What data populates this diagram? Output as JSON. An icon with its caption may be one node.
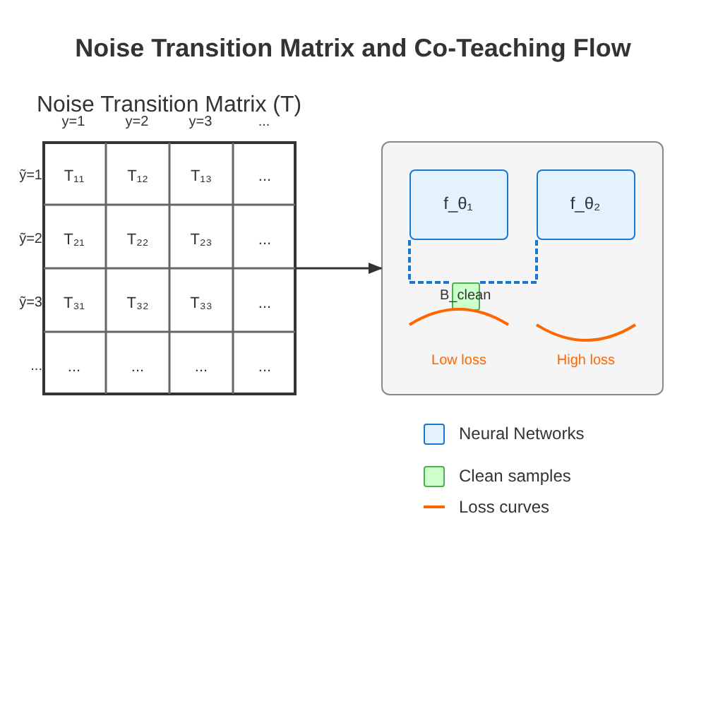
{
  "diagram": {
    "title": "Noise Transition Matrix and Co-Teaching Flow",
    "nodes": [
      {
        "text": [
          "Noise Transition Matrix (T)"
        ]
      },
      {
        "text": [],
        "shape": "box"
      },
      {
        "text": [
          "f_θ₁"
        ],
        "in": 1
      },
      {
        "text": [
          "f_θ₂"
        ],
        "in": 1
      },
      {
        "text": [
          "B_clean"
        ],
        "in": 1
      }
    ],
    "edges": [
      {
        "from": 0,
        "to": 1,
        "arrow": "to",
        "color": "#333333"
      },
      {
        "from": 2,
        "to": 4,
        "arrow": "none",
        "style": "dashed",
        "color": "#1976d2"
      },
      {
        "from": 3,
        "to": 4,
        "arrow": "none",
        "style": "dashed",
        "color": "#1976d2"
      }
    ],
    "labels": [
      "y=1",
      "y=2",
      "y=3",
      "...",
      "ỹ=1",
      "T₁₁",
      "T₁₂",
      "T₁₃",
      "...",
      "ỹ=2",
      "T₂₁",
      "T₂₂",
      "T₂₃",
      "...",
      "ỹ=3",
      "T₃₁",
      "T₃₂",
      "T₃₃",
      "...",
      "...",
      "...",
      "...",
      "...",
      "...",
      "Low loss",
      "High loss"
    ],
    "legend": [
      {
        "text": "Neural Networks",
        "color": "#e3f2fd"
      },
      {
        "text": "Clean samples",
        "color": "#ccffcc"
      },
      {
        "text": "Loss curves"
      }
    ]
  }
}
